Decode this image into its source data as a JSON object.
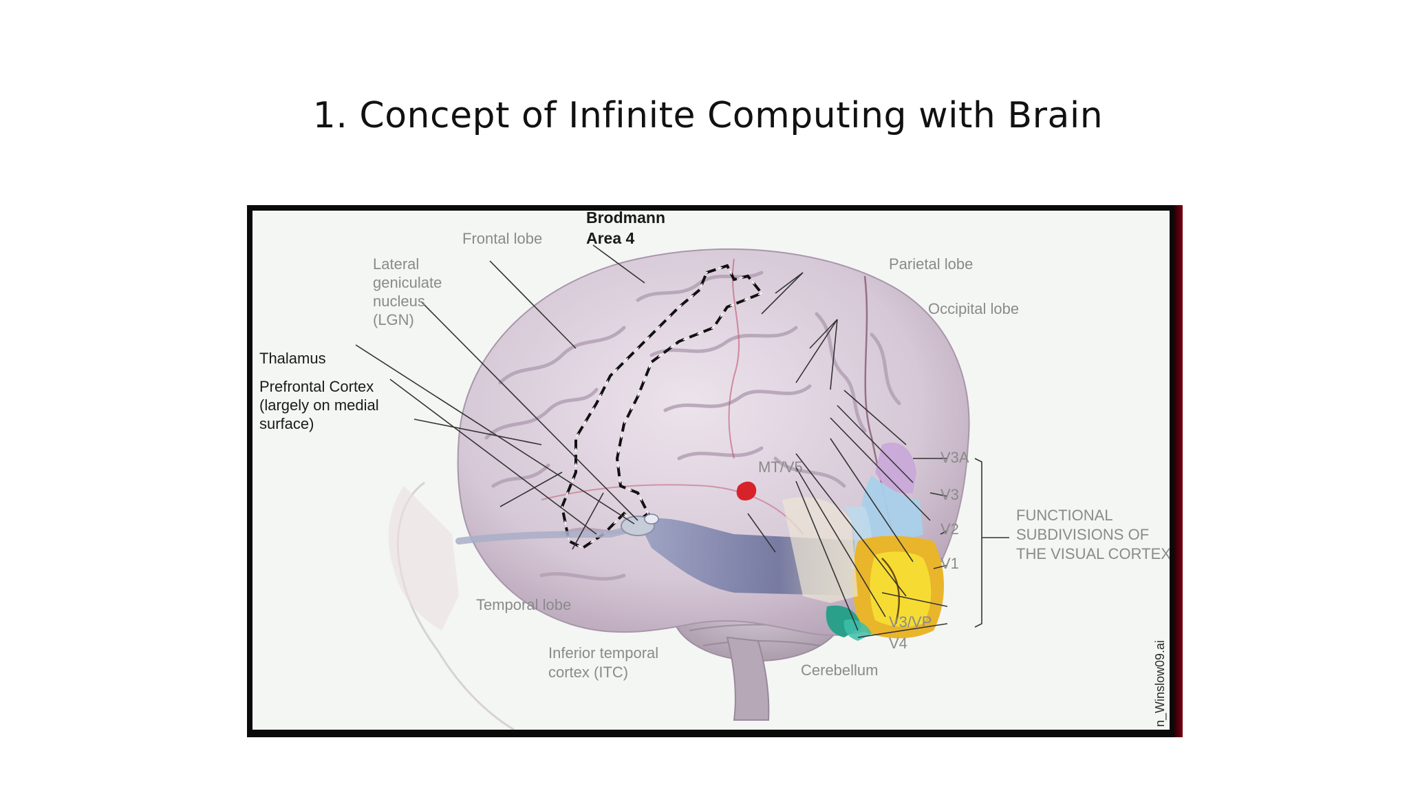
{
  "slide": {
    "title": "1. Concept of Infinite Computing with Brain"
  },
  "diagram": {
    "labels": {
      "brodmann_line1": "Brodmann",
      "brodmann_line2": "Area 4",
      "frontal_lobe": "Frontal lobe",
      "parietal_lobe": "Parietal lobe",
      "occipital_lobe": "Occipital lobe",
      "lgn_line1": "Lateral",
      "lgn_line2": "geniculate",
      "lgn_line3": "nucleus",
      "lgn_line4": "(LGN)",
      "thalamus": "Thalamus",
      "pfc_line1": "Prefrontal Cortex",
      "pfc_line2": "(largely on medial",
      "pfc_line3": "surface)",
      "mt_v5": "MT/V5",
      "v3a": "V3A",
      "v3": "V3",
      "v2": "V2",
      "v1": "V1",
      "v3vp": "V3/VP",
      "v4": "V4",
      "functional_line1": "FUNCTIONAL",
      "functional_line2": "SUBDIVISIONS OF",
      "functional_line3": "THE VISUAL CORTEX",
      "temporal_lobe": "Temporal lobe",
      "itc_line1": "Inferior temporal",
      "itc_line2": "cortex (ITC)",
      "cerebellum": "Cerebellum",
      "credit": "n_Winslow09.ai"
    },
    "colors": {
      "brain": "#d9ccd8",
      "gyri": "#b9a6b9",
      "v1": "#f2d21e",
      "v2": "#e9b52a",
      "v3": "#a9d0ea",
      "v3a": "#c9a9d9",
      "v4": "#2a9f8a",
      "mt_v5": "#d8222a",
      "optic_radiation": "#7a7fa6"
    }
  }
}
